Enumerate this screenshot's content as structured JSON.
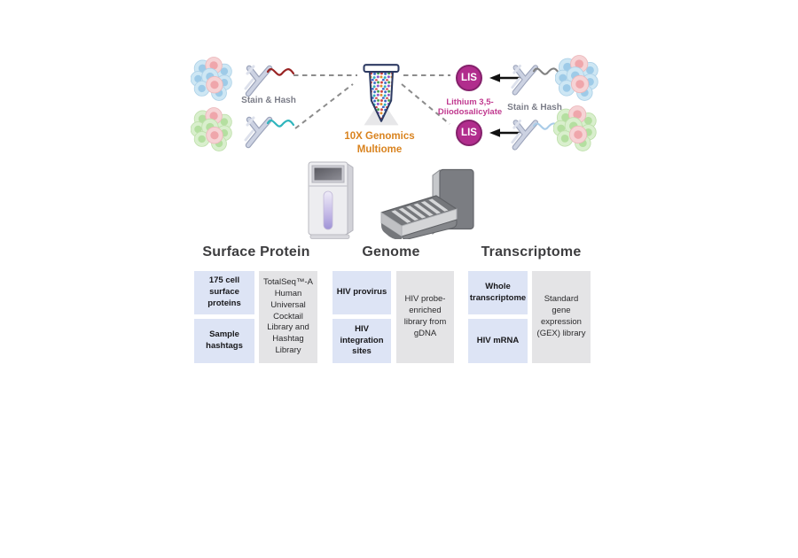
{
  "palette": {
    "accent_orange": "#d9831f",
    "accent_magenta": "#b12d8d",
    "magenta_text": "#c0398f",
    "stain_hash_gray": "#7b7d88",
    "output_box_blue": "#dde4f5",
    "library_box_gray": "#e4e4e6",
    "dashed_connector_gray": "#8c8c8c"
  },
  "workflow": {
    "stain_hash_left": "Stain & Hash",
    "stain_hash_right": "Stain & Hash",
    "tube_label_line1": "10X Genomics",
    "tube_label_line2": "Multiome",
    "lis_badge": "LIS",
    "lis_name_line1": "Lithium 3,5-",
    "lis_name_line2": "Diiodosalicylate"
  },
  "sections": [
    {
      "title": "Surface Protein",
      "outputs": [
        "175 cell surface proteins",
        "Sample hashtags"
      ],
      "library": "TotalSeq™-A Human Universal Cocktail Library and Hashtag Library"
    },
    {
      "title": "Genome",
      "outputs": [
        "HIV provirus",
        "HIV integration sites"
      ],
      "library": "HIV probe-enriched library from gDNA"
    },
    {
      "title": "Transcriptome",
      "outputs": [
        "Whole transcriptome",
        "HIV mRNA"
      ],
      "library": "Standard gene expression (GEX) library"
    }
  ]
}
